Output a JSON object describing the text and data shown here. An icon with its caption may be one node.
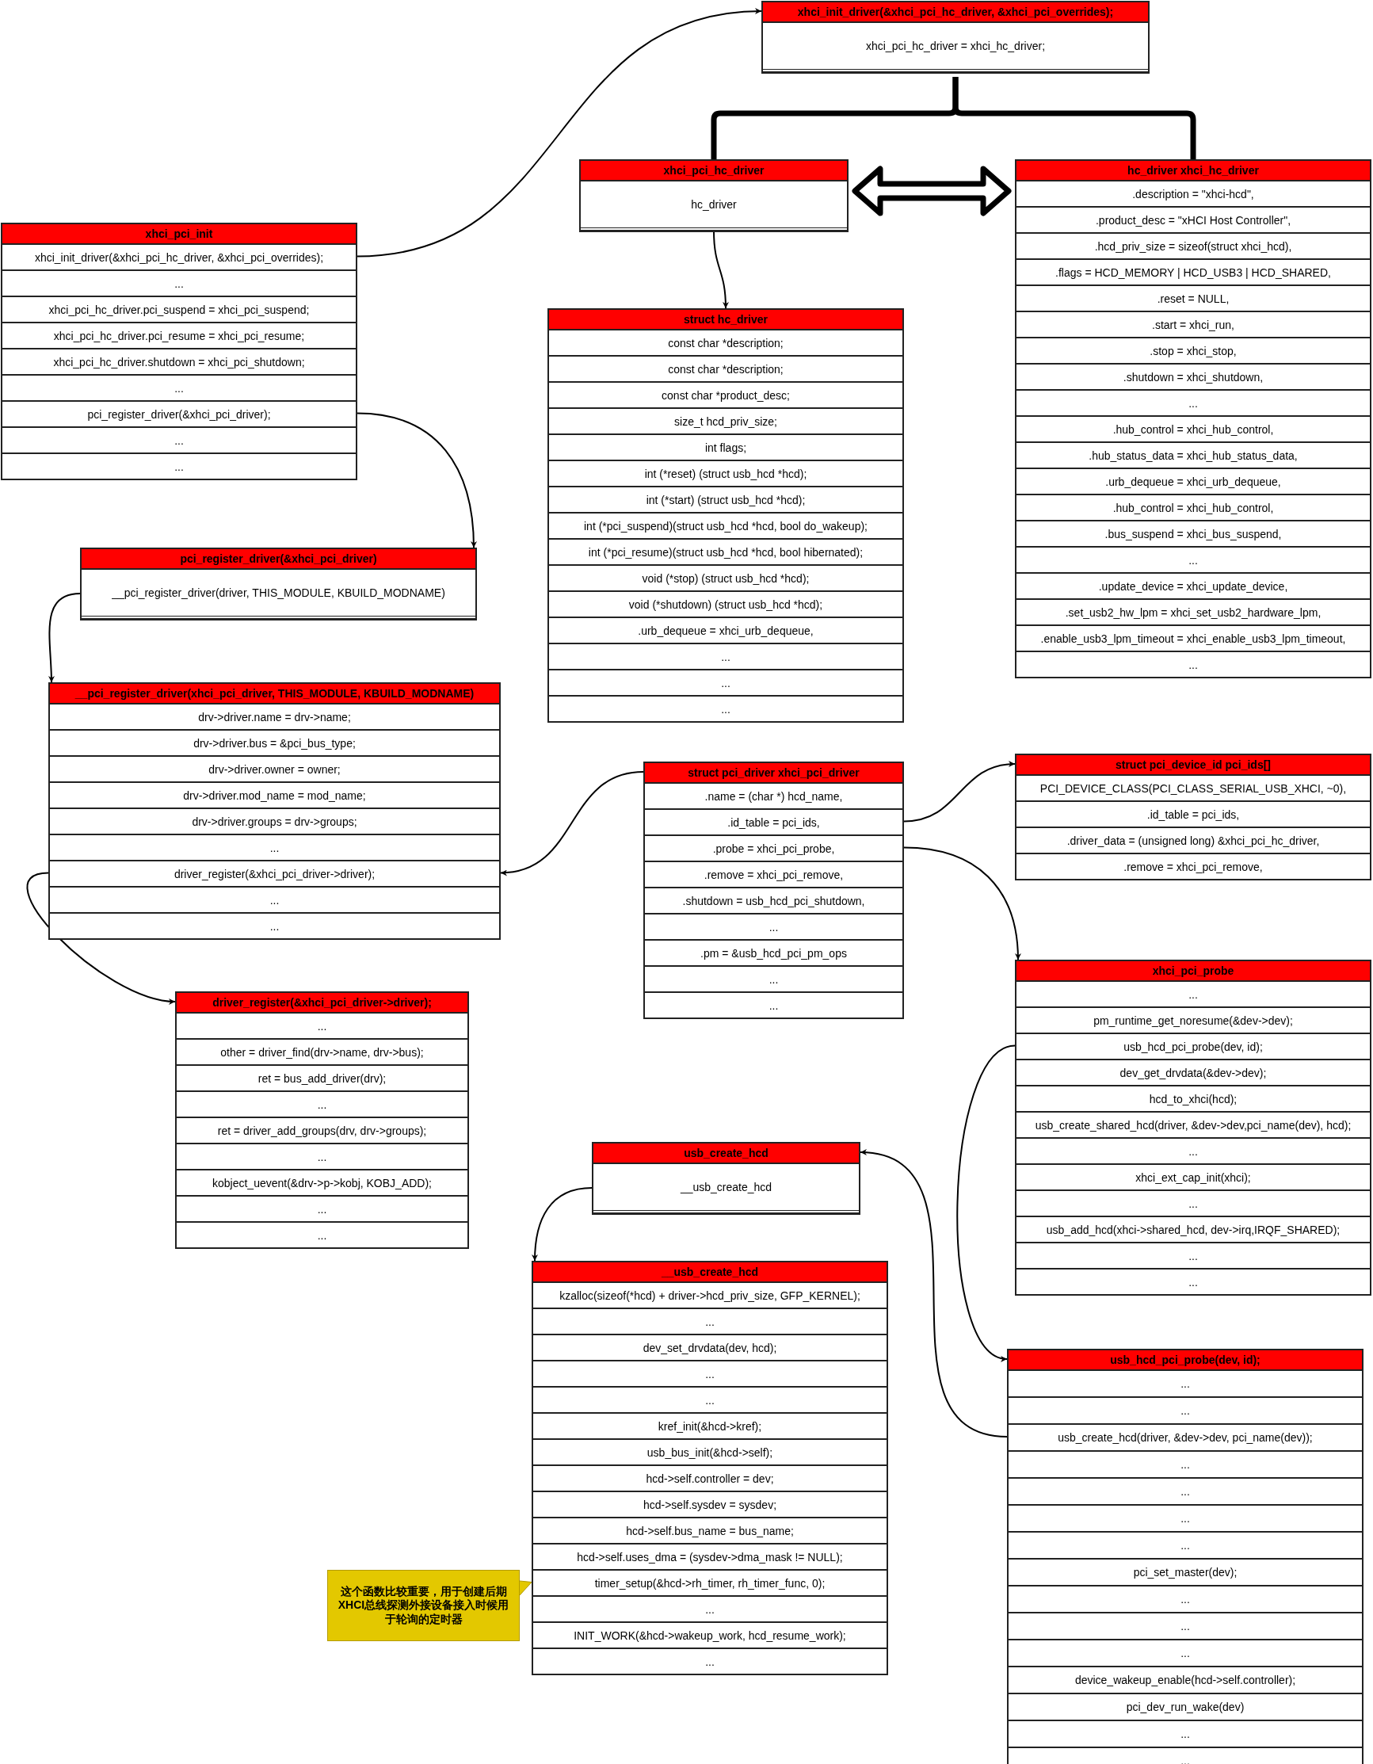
{
  "diagram": {
    "nodes": [
      {
        "text": [
          "xhci_init_driver(&xhci_pci_hc_driver, &xhci_pci_overrides);"
        ]
      },
      {
        "text": [
          "xhci_pci_hc_driver = xhci_hc_driver;"
        ],
        "in": 0
      },
      {
        "text": [
          "xhci_pci_hc_driver"
        ]
      },
      {
        "text": [
          "hc_driver"
        ],
        "in": 2
      },
      {
        "text": [
          "hc_driver xhci_hc_driver"
        ]
      },
      {
        "text": [
          ".description = \"xhci-hcd\","
        ],
        "in": 4
      },
      {
        "text": [
          ".product_desc = \"xHCI Host Controller\","
        ],
        "in": 4
      },
      {
        "text": [
          ".hcd_priv_size = sizeof(struct xhci_hcd),"
        ],
        "in": 4
      },
      {
        "text": [
          ".flags = HCD_MEMORY | HCD_USB3 | HCD_SHARED,"
        ],
        "in": 4
      },
      {
        "text": [
          ".reset = NULL,"
        ],
        "in": 4
      },
      {
        "text": [
          ".start = xhci_run,"
        ],
        "in": 4
      },
      {
        "text": [
          ".stop = xhci_stop,"
        ],
        "in": 4
      },
      {
        "text": [
          ".shutdown = xhci_shutdown,"
        ],
        "in": 4
      },
      {
        "text": [
          "..."
        ],
        "in": 4
      },
      {
        "text": [
          ".hub_control = xhci_hub_control,"
        ],
        "in": 4
      },
      {
        "text": [
          ".hub_status_data = xhci_hub_status_data,"
        ],
        "in": 4
      },
      {
        "text": [
          ".urb_dequeue = xhci_urb_dequeue,"
        ],
        "in": 4
      },
      {
        "text": [
          ".hub_control = xhci_hub_control,"
        ],
        "in": 4
      },
      {
        "text": [
          ".bus_suspend = xhci_bus_suspend,"
        ],
        "in": 4
      },
      {
        "text": [
          "..."
        ],
        "in": 4
      },
      {
        "text": [
          ".update_device = xhci_update_device,"
        ],
        "in": 4
      },
      {
        "text": [
          ".set_usb2_hw_lpm = xhci_set_usb2_hardware_lpm,"
        ],
        "in": 4
      },
      {
        "text": [
          ".enable_usb3_lpm_timeout = xhci_enable_usb3_lpm_timeout,"
        ],
        "in": 4
      },
      {
        "text": [
          "..."
        ],
        "in": 4
      },
      {
        "text": [
          "xhci_pci_init"
        ]
      },
      {
        "text": [
          "xhci_init_driver(&xhci_pci_hc_driver, &xhci_pci_overrides);"
        ],
        "in": 24
      },
      {
        "text": [
          "..."
        ],
        "in": 24
      },
      {
        "text": [
          "xhci_pci_hc_driver.pci_suspend = xhci_pci_suspend;"
        ],
        "in": 24
      },
      {
        "text": [
          "xhci_pci_hc_driver.pci_resume = xhci_pci_resume;"
        ],
        "in": 24
      },
      {
        "text": [
          "xhci_pci_hc_driver.shutdown = xhci_pci_shutdown;"
        ],
        "in": 24
      },
      {
        "text": [
          "..."
        ],
        "in": 24
      },
      {
        "text": [
          "pci_register_driver(&xhci_pci_driver);"
        ],
        "in": 24
      },
      {
        "text": [
          "..."
        ],
        "in": 24
      },
      {
        "text": [
          "..."
        ],
        "in": 24
      },
      {
        "text": [
          "struct hc_driver"
        ]
      },
      {
        "text": [
          "const char *description;"
        ],
        "in": 34
      },
      {
        "text": [
          "const char *description;"
        ],
        "in": 34
      },
      {
        "text": [
          "const char *product_desc;"
        ],
        "in": 34
      },
      {
        "text": [
          "size_t hcd_priv_size;"
        ],
        "in": 34
      },
      {
        "text": [
          "int flags;"
        ],
        "in": 34
      },
      {
        "text": [
          "int (*reset) (struct usb_hcd *hcd);"
        ],
        "in": 34
      },
      {
        "text": [
          "int (*start) (struct usb_hcd *hcd);"
        ],
        "in": 34
      },
      {
        "text": [
          "int (*pci_suspend)(struct usb_hcd *hcd, bool do_wakeup);"
        ],
        "in": 34
      },
      {
        "text": [
          "int (*pci_resume)(struct usb_hcd *hcd, bool hibernated);"
        ],
        "in": 34
      },
      {
        "text": [
          "void (*stop) (struct usb_hcd *hcd);"
        ],
        "in": 34
      },
      {
        "text": [
          "void (*shutdown) (struct usb_hcd *hcd);"
        ],
        "in": 34
      },
      {
        "text": [
          ".urb_dequeue = xhci_urb_dequeue,"
        ],
        "in": 34
      },
      {
        "text": [
          "..."
        ],
        "in": 34
      },
      {
        "text": [
          "..."
        ],
        "in": 34
      },
      {
        "text": [
          "..."
        ],
        "in": 34
      },
      {
        "text": [
          "pci_register_driver(&xhci_pci_driver)"
        ]
      },
      {
        "text": [
          "__pci_register_driver(driver, THIS_MODULE, KBUILD_MODNAME)"
        ],
        "in": 50
      },
      {
        "text": [
          "__pci_register_driver(xhci_pci_driver, THIS_MODULE, KBUILD_MODNAME)"
        ]
      },
      {
        "text": [
          "drv->driver.name = drv->name;"
        ],
        "in": 52
      },
      {
        "text": [
          "drv->driver.bus = &pci_bus_type;"
        ],
        "in": 52
      },
      {
        "text": [
          "drv->driver.owner = owner;"
        ],
        "in": 52
      },
      {
        "text": [
          "drv->driver.mod_name = mod_name;"
        ],
        "in": 52
      },
      {
        "text": [
          "drv->driver.groups = drv->groups;"
        ],
        "in": 52
      },
      {
        "text": [
          "..."
        ],
        "in": 52
      },
      {
        "text": [
          "driver_register(&xhci_pci_driver->driver);"
        ],
        "in": 52
      },
      {
        "text": [
          "..."
        ],
        "in": 52
      },
      {
        "text": [
          "..."
        ],
        "in": 52
      },
      {
        "text": [
          "struct pci_device_id pci_ids[]"
        ]
      },
      {
        "text": [
          "PCI_DEVICE_CLASS(PCI_CLASS_SERIAL_USB_XHCI, ~0),"
        ],
        "in": 62
      },
      {
        "text": [
          ".id_table = pci_ids,"
        ],
        "in": 62
      },
      {
        "text": [
          ".driver_data = (unsigned long) &xhci_pci_hc_driver,"
        ],
        "in": 62
      },
      {
        "text": [
          ".remove = xhci_pci_remove,"
        ],
        "in": 62
      },
      {
        "text": [
          "struct pci_driver xhci_pci_driver"
        ]
      },
      {
        "text": [
          ".name = (char *) hcd_name,"
        ],
        "in": 67
      },
      {
        "text": [
          ".id_table = pci_ids,"
        ],
        "in": 67
      },
      {
        "text": [
          ".probe = xhci_pci_probe,"
        ],
        "in": 67
      },
      {
        "text": [
          ".remove = xhci_pci_remove,"
        ],
        "in": 67
      },
      {
        "text": [
          ".shutdown = usb_hcd_pci_shutdown,"
        ],
        "in": 67
      },
      {
        "text": [
          "..."
        ],
        "in": 67
      },
      {
        "text": [
          ".pm = &usb_hcd_pci_pm_ops"
        ],
        "in": 67
      },
      {
        "text": [
          "..."
        ],
        "in": 67
      },
      {
        "text": [
          "..."
        ],
        "in": 67
      },
      {
        "text": [
          "xhci_pci_probe"
        ]
      },
      {
        "text": [
          "..."
        ],
        "in": 77
      },
      {
        "text": [
          "pm_runtime_get_noresume(&dev->dev);"
        ],
        "in": 77
      },
      {
        "text": [
          "usb_hcd_pci_probe(dev, id);"
        ],
        "in": 77
      },
      {
        "text": [
          "dev_get_drvdata(&dev->dev);"
        ],
        "in": 77
      },
      {
        "text": [
          "hcd_to_xhci(hcd);"
        ],
        "in": 77
      },
      {
        "text": [
          "usb_create_shared_hcd(driver, &dev->dev,pci_name(dev), hcd);"
        ],
        "in": 77
      },
      {
        "text": [
          "..."
        ],
        "in": 77
      },
      {
        "text": [
          "xhci_ext_cap_init(xhci);"
        ],
        "in": 77
      },
      {
        "text": [
          "..."
        ],
        "in": 77
      },
      {
        "text": [
          "usb_add_hcd(xhci->shared_hcd, dev->irq,IRQF_SHARED);"
        ],
        "in": 77
      },
      {
        "text": [
          "..."
        ],
        "in": 77
      },
      {
        "text": [
          "..."
        ],
        "in": 77
      },
      {
        "text": [
          "driver_register(&xhci_pci_driver->driver);"
        ]
      },
      {
        "text": [
          "..."
        ],
        "in": 90
      },
      {
        "text": [
          "other = driver_find(drv->name, drv->bus);"
        ],
        "in": 90
      },
      {
        "text": [
          "ret = bus_add_driver(drv);"
        ],
        "in": 90
      },
      {
        "text": [
          "..."
        ],
        "in": 90
      },
      {
        "text": [
          "ret = driver_add_groups(drv, drv->groups);"
        ],
        "in": 90
      },
      {
        "text": [
          "..."
        ],
        "in": 90
      },
      {
        "text": [
          "kobject_uevent(&drv->p->kobj, KOBJ_ADD);"
        ],
        "in": 90
      },
      {
        "text": [
          "..."
        ],
        "in": 90
      },
      {
        "text": [
          "..."
        ],
        "in": 90
      },
      {
        "text": [
          "usb_create_hcd"
        ]
      },
      {
        "text": [
          "__usb_create_hcd"
        ],
        "in": 100
      },
      {
        "text": [
          "__usb_create_hcd"
        ]
      },
      {
        "text": [
          "kzalloc(sizeof(*hcd) + driver->hcd_priv_size, GFP_KERNEL);"
        ],
        "in": 102
      },
      {
        "text": [
          "..."
        ],
        "in": 102
      },
      {
        "text": [
          "dev_set_drvdata(dev, hcd);"
        ],
        "in": 102
      },
      {
        "text": [
          "..."
        ],
        "in": 102
      },
      {
        "text": [
          "..."
        ],
        "in": 102
      },
      {
        "text": [
          "kref_init(&hcd->kref);"
        ],
        "in": 102
      },
      {
        "text": [
          "usb_bus_init(&hcd->self);"
        ],
        "in": 102
      },
      {
        "text": [
          "hcd->self.controller = dev;"
        ],
        "in": 102
      },
      {
        "text": [
          "hcd->self.sysdev = sysdev;"
        ],
        "in": 102
      },
      {
        "text": [
          "hcd->self.bus_name = bus_name;"
        ],
        "in": 102
      },
      {
        "text": [
          "hcd->self.uses_dma = (sysdev->dma_mask != NULL);"
        ],
        "in": 102
      },
      {
        "text": [
          "timer_setup(&hcd->rh_timer, rh_timer_func, 0);"
        ],
        "in": 102
      },
      {
        "text": [
          "..."
        ],
        "in": 102
      },
      {
        "text": [
          "INIT_WORK(&hcd->wakeup_work, hcd_resume_work);"
        ],
        "in": 102
      },
      {
        "text": [
          "..."
        ],
        "in": 102
      },
      {
        "text": [
          "usb_hcd_pci_probe(dev, id);"
        ]
      },
      {
        "text": [
          "..."
        ],
        "in": 118
      },
      {
        "text": [
          "..."
        ],
        "in": 118
      },
      {
        "text": [
          "usb_create_hcd(driver, &dev->dev, pci_name(dev));"
        ],
        "in": 118
      },
      {
        "text": [
          "..."
        ],
        "in": 118
      },
      {
        "text": [
          "..."
        ],
        "in": 118
      },
      {
        "text": [
          "..."
        ],
        "in": 118
      },
      {
        "text": [
          "..."
        ],
        "in": 118
      },
      {
        "text": [
          "pci_set_master(dev);"
        ],
        "in": 118
      },
      {
        "text": [
          "..."
        ],
        "in": 118
      },
      {
        "text": [
          "..."
        ],
        "in": 118
      },
      {
        "text": [
          "..."
        ],
        "in": 118
      },
      {
        "text": [
          "device_wakeup_enable(hcd->self.controller);"
        ],
        "in": 118
      },
      {
        "text": [
          "pci_dev_run_wake(dev)"
        ],
        "in": 118
      },
      {
        "text": [
          "..."
        ],
        "in": 118
      },
      {
        "text": [
          "..."
        ],
        "in": 118
      },
      {
        "text": [
          "这个函数比较重要，用于创建后期XHCI总线探测外接设备接入时候用于轮询的定时器"
        ]
      }
    ],
    "edges": [
      {
        "from": 25,
        "to": 0,
        "arrow": "to"
      },
      {
        "from": 0,
        "to": 2,
        "arrow": "none",
        "style": "thick"
      },
      {
        "from": 0,
        "to": 4,
        "arrow": "none",
        "style": "thick"
      },
      {
        "from": 2,
        "to": 4,
        "arrow": "both",
        "style": "thick"
      },
      {
        "from": 3,
        "to": 34,
        "arrow": "to"
      },
      {
        "from": 31,
        "to": 50,
        "arrow": "to"
      },
      {
        "from": 51,
        "to": 52,
        "arrow": "to"
      },
      {
        "from": 59,
        "to": 90,
        "arrow": "to"
      },
      {
        "from": 67,
        "to": 59,
        "arrow": "to"
      },
      {
        "from": 69,
        "to": 62,
        "arrow": "to"
      },
      {
        "from": 70,
        "to": 77,
        "arrow": "to"
      },
      {
        "from": 80,
        "to": 118,
        "arrow": "to"
      },
      {
        "from": 121,
        "to": 100,
        "arrow": "to"
      },
      {
        "from": 101,
        "to": 102,
        "arrow": "to"
      },
      {
        "from": 134,
        "to": 114,
        "arrow": "none",
        "color": "#b39b00"
      }
    ]
  }
}
